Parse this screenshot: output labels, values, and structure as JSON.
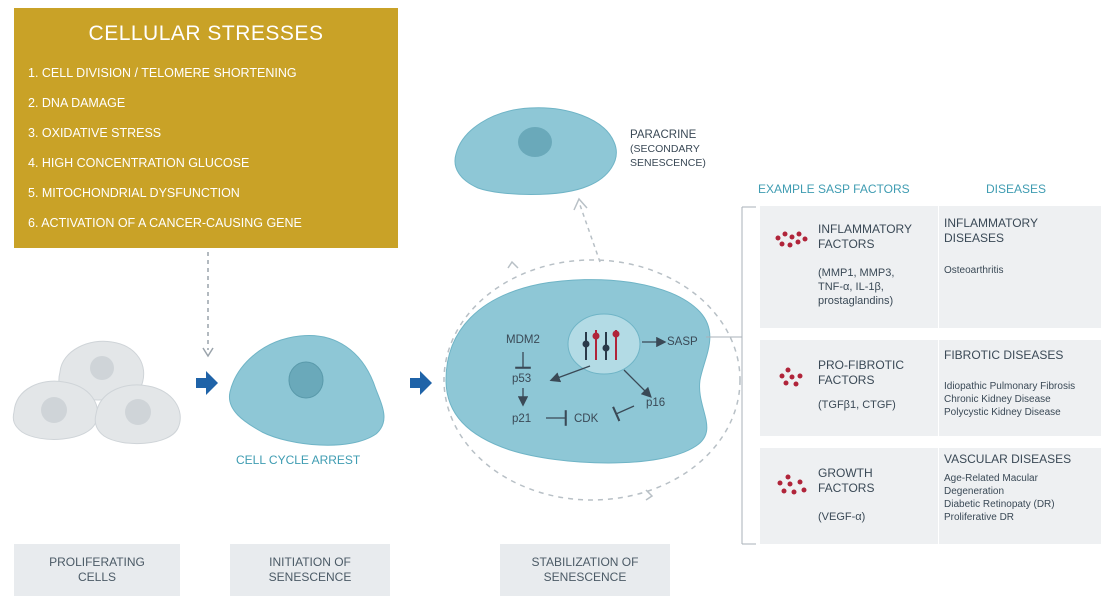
{
  "stresses": {
    "title": "CELLULAR STRESSES",
    "items": [
      "1. CELL DIVISION / TELOMERE SHORTENING",
      "2. DNA DAMAGE",
      "3. OXIDATIVE STRESS",
      "4. HIGH CONCENTRATION GLUCOSE",
      "5. MITOCHONDRIAL DYSFUNCTION",
      "6. ACTIVATION OF A CANCER-CAUSING GENE"
    ]
  },
  "labels": {
    "paracrine": [
      "PARACRINE",
      "(SECONDARY",
      "SENESCENCE)"
    ],
    "cell_cycle_arrest": "CELL CYCLE ARREST",
    "mdm2": "MDM2",
    "p53": "p53",
    "p21": "p21",
    "cdk": "CDK",
    "p16": "p16",
    "sasp": "SASP"
  },
  "stages": [
    [
      "PROLIFERATING",
      "CELLS"
    ],
    [
      "INITIATION OF",
      "SENESCENCE"
    ],
    [
      "STABILIZATION OF",
      "SENESCENCE"
    ]
  ],
  "table": {
    "header_factors": "EXAMPLE SASP FACTORS",
    "header_diseases": "DISEASES",
    "rows": [
      {
        "factor": [
          "INFLAMMATORY",
          "FACTORS"
        ],
        "factor_detail": [
          "(MMP1, MMP3,",
          "TNF-α, IL-1β,",
          "prostaglandins)"
        ],
        "disease": [
          "INFLAMMATORY",
          "DISEASES"
        ],
        "disease_list": [
          "Osteoarthritis"
        ]
      },
      {
        "factor": [
          "PRO-FIBROTIC",
          "FACTORS"
        ],
        "factor_detail": [
          "(TGFβ1, CTGF)"
        ],
        "disease": [
          "FIBROTIC DISEASES"
        ],
        "disease_list": [
          "Idiopathic Pulmonary Fibrosis",
          "Chronic Kidney Disease",
          "Polycystic Kidney Disease"
        ]
      },
      {
        "factor": [
          "GROWTH",
          "FACTORS"
        ],
        "factor_detail": [
          "(VEGF-α)"
        ],
        "disease": [
          "VASCULAR DISEASES"
        ],
        "disease_list": [
          "Age-Related Macular",
          "Degeneration",
          "Diabetic Retinopaty (DR)",
          "Proliferative DR"
        ]
      }
    ]
  },
  "colors": {
    "stress_box": "#c9a227",
    "cell_teal": "#8ec7d6",
    "cell_gray": "#e3e6e8",
    "arrow_blue": "#1f63a8",
    "factor_red": "#b0243a",
    "accent_teal": "#3f9cb2"
  }
}
